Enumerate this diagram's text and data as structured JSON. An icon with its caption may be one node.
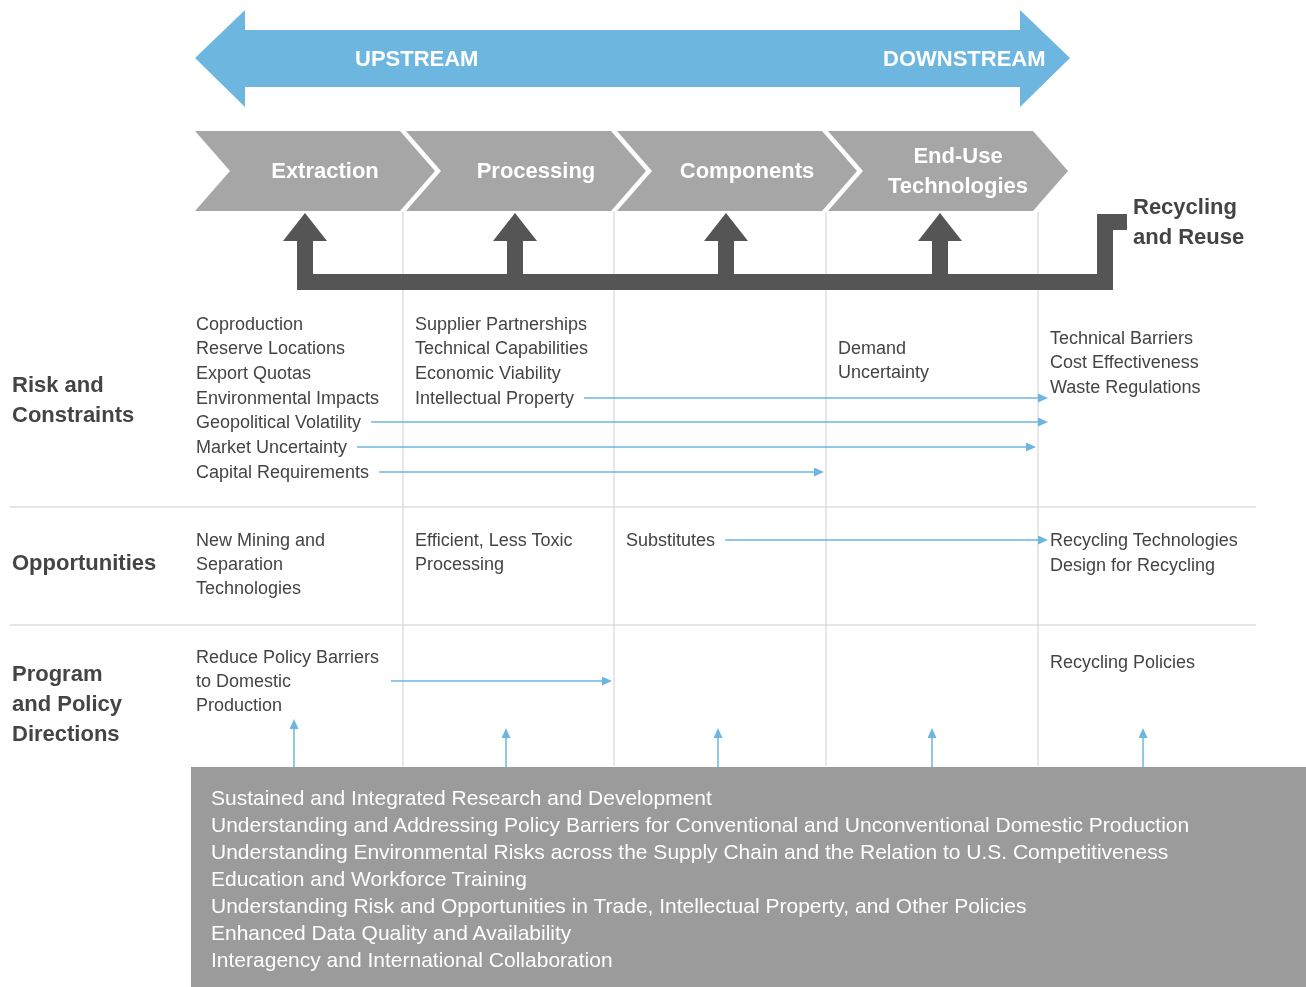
{
  "diagram": {
    "nodes": [
      {
        "text": [
          "UPSTREAM",
          "DOWNSTREAM"
        ]
      },
      {
        "text": [
          "Extraction"
        ]
      },
      {
        "text": [
          "Processing"
        ]
      },
      {
        "text": [
          "Components"
        ]
      },
      {
        "text": [
          "End-Use Technologies"
        ]
      },
      {
        "text": [
          "Recycling and Reuse"
        ]
      },
      {
        "text": [
          "Coproduction"
        ]
      },
      {
        "text": [
          "Reserve Locations"
        ]
      },
      {
        "text": [
          "Export Quotas"
        ]
      },
      {
        "text": [
          "Environmental Impacts"
        ]
      },
      {
        "text": [
          "Geopolitical Volatility"
        ]
      },
      {
        "text": [
          "Market Uncertainty"
        ]
      },
      {
        "text": [
          "Capital Requirements"
        ]
      },
      {
        "text": [
          "Supplier Partnerships"
        ]
      },
      {
        "text": [
          "Technical Capabilities"
        ]
      },
      {
        "text": [
          "Economic Viability"
        ]
      },
      {
        "text": [
          "Intellectual Property"
        ]
      },
      {
        "text": [
          "Demand Uncertainty"
        ]
      },
      {
        "text": [
          "Technical Barriers"
        ]
      },
      {
        "text": [
          "Cost Effectiveness"
        ]
      },
      {
        "text": [
          "Waste Regulations"
        ]
      },
      {
        "text": [
          "New Mining and Separation Technologies"
        ]
      },
      {
        "text": [
          "Efficient, Less Toxic Processing"
        ]
      },
      {
        "text": [
          "Substitutes"
        ]
      },
      {
        "text": [
          "Recycling Technologies"
        ]
      },
      {
        "text": [
          "Design for Recycling"
        ]
      },
      {
        "text": [
          "Reduce Policy Barriers to Domestic Production"
        ]
      },
      {
        "text": [
          "Recycling Policies"
        ]
      },
      {
        "text": [
          "Sustained and Integrated Research and Development",
          "Understanding and Addressing Policy Barriers for Conventional and Unconventional Domestic Production",
          "Understanding Environmental Risks across the Supply Chain and the Relation to U.S. Competitiveness",
          "Education and Workforce Training",
          "Understanding Risk and Opportunities in Trade, Intellectual Property, and Other Policies",
          "Enhanced Data Quality and Availability",
          "Interagency and International Collaboration"
        ]
      }
    ],
    "edges": [
      {
        "from": 5,
        "to": 1,
        "arrow": "to",
        "style": "thick",
        "color": "#555555"
      },
      {
        "from": 5,
        "to": 2,
        "arrow": "to",
        "style": "thick",
        "color": "#555555"
      },
      {
        "from": 5,
        "to": 3,
        "arrow": "to",
        "style": "thick",
        "color": "#555555"
      },
      {
        "from": 5,
        "to": 4,
        "arrow": "to",
        "style": "thick",
        "color": "#555555"
      },
      {
        "from": 16,
        "to": 20,
        "arrow": "to"
      },
      {
        "from": 10,
        "to": 20,
        "arrow": "to"
      },
      {
        "from": 11,
        "to": null,
        "arrow": "to"
      },
      {
        "from": 12,
        "to": null,
        "arrow": "to"
      },
      {
        "from": 23,
        "to": 24,
        "arrow": "to"
      },
      {
        "from": 26,
        "to": null,
        "arrow": "to"
      },
      {
        "from": 28,
        "to": 26,
        "arrow": "to"
      },
      {
        "from": 28,
        "to": null,
        "arrow": "to"
      },
      {
        "from": 28,
        "to": null,
        "arrow": "to"
      },
      {
        "from": 28,
        "to": null,
        "arrow": "to"
      },
      {
        "from": 28,
        "to": null,
        "arrow": "to"
      }
    ],
    "labels": [
      "Risk and Constraints",
      "Opportunities",
      "Program and Policy Directions"
    ]
  }
}
